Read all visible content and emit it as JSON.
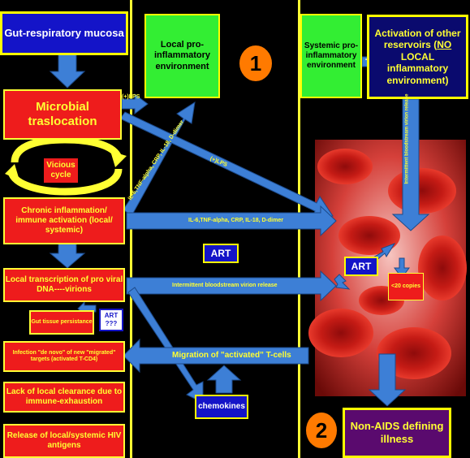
{
  "nodes": {
    "gut_mucosa": "Gut-respiratory mucosa",
    "local_pro_inflammatory": "Local pro-inflammatory environment",
    "systemic_pro_inflammatory": "Systemic pro-inflammatory environment",
    "activation_reservoirs_1": "Activation of other reservoirs (",
    "activation_reservoirs_no": "NO",
    "activation_reservoirs_2": " LOCAL inflammatory environment)",
    "microbial_translocation": "Microbial traslocation",
    "vicious_cycle": "Vicious cycle",
    "chronic_inflammation": "Chronic inflammation/ immune activation (local/ systemic)",
    "local_transcription": "Local transcription of pro viral DNA----virions",
    "gut_tissue": "Gut tissue persistance",
    "art_small": "ART ???",
    "infection_de_novo": "Infection \"de novo\" of new \"migrated\" targets (activated T-CD4)",
    "lack_clearance": "Lack of local clearance due to immune-exhaustion",
    "release_antigens": "Release of local/systemic HIV antigens",
    "art_center": "ART",
    "art_right": "ART",
    "copies": "<20 copies",
    "chemokines": "chemokines",
    "non_aids": "Non-AIDS defining illness",
    "circle_1": "1",
    "circle_2": "2",
    "plus": "+"
  },
  "arrow_labels": {
    "lps_short": "(+)LPS",
    "lps_long": "(+)LPS",
    "diagonal_markers": "IL-6,TNF-alpha, CRP, IL-18, D-dimer",
    "horizontal_markers": "IL-6,TNF-alpha, CRP, IL-18, D-dimer",
    "virion_release": "Intermittent bloodstream virion release",
    "vertical_virion_release": "Intermittent bloodstream virion release",
    "migration": "Migration of \"activated\" T-cells"
  },
  "colors": {
    "background": "#000000",
    "arrow": "#3d7fd6",
    "accent_yellow": "#ffff33",
    "box_red": "#ee1c1c",
    "box_green": "#33ee33",
    "box_blue": "#1414c8",
    "circle_orange": "#ff7a00"
  }
}
